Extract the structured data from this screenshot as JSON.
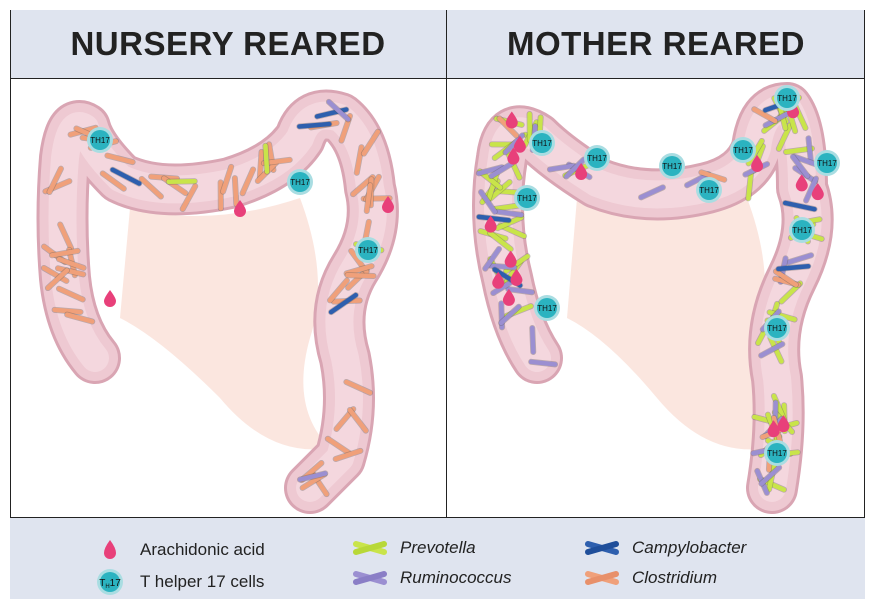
{
  "panels": {
    "left_title": "NURSERY REARED",
    "right_title": "MOTHER REARED"
  },
  "th17_label": "T",
  "th17_sub": "H",
  "th17_num": "17",
  "legend": {
    "arachidonic": "Arachidonic acid",
    "th17": "T helper 17 cells",
    "prevotella": "Prevotella",
    "ruminococcus": "Ruminococcus",
    "campylobacter": "Campylobacter",
    "clostridium": "Clostridium"
  },
  "colors": {
    "header_bg": "#dfe4ef",
    "intestine": "#eec9d2",
    "mesentery": "#fbe3dc",
    "arachidonic": "#e8407a",
    "th17": "#2bb3c0",
    "prevotella": "#c9e44a",
    "ruminococcus": "#9b8fd1",
    "campylobacter": "#2e5fae",
    "clostridium": "#f0a07a"
  }
}
